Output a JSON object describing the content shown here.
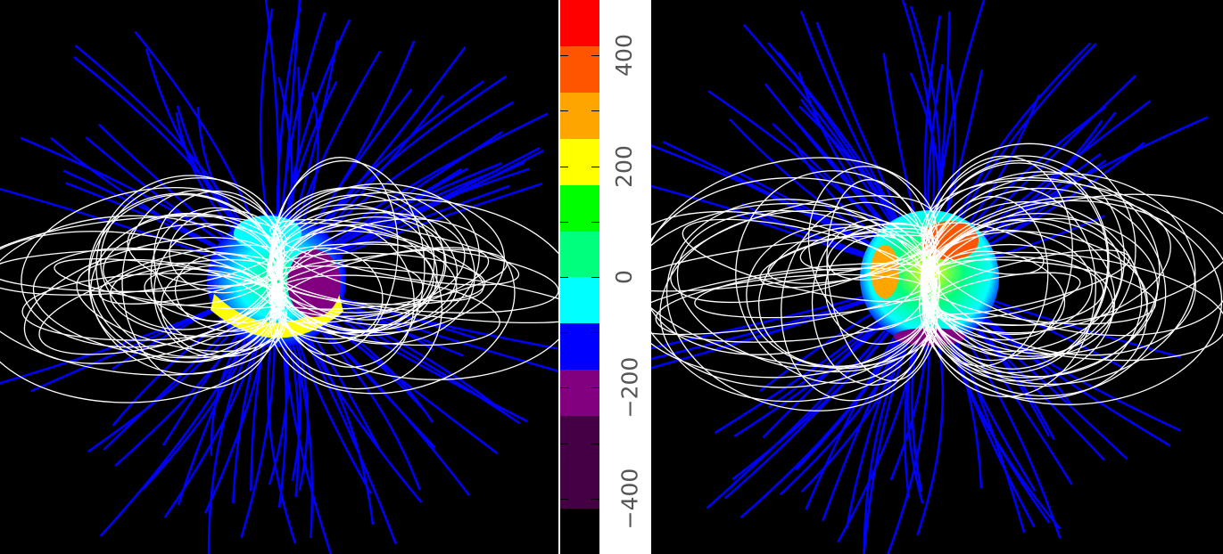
{
  "colorbar": {
    "labels": [
      "400",
      "200",
      "0",
      "−200",
      "−400"
    ],
    "label_values": [
      400,
      200,
      0,
      -200,
      -400
    ],
    "range": [
      -500,
      500
    ],
    "colors": [
      "#000000",
      "#440042",
      "#450045",
      "#82007f",
      "#0000ff",
      "#00ffff",
      "#00ff7d",
      "#00ff00",
      "#ffff00",
      "#ffa500",
      "#ff5500",
      "#ff0000"
    ]
  },
  "panels": [
    {
      "name": "left",
      "field_line_colors": {
        "open": "#0000ff",
        "closed": "#ffffff"
      }
    },
    {
      "name": "right",
      "field_line_colors": {
        "open": "#0000ff",
        "closed": "#ffffff"
      }
    }
  ]
}
